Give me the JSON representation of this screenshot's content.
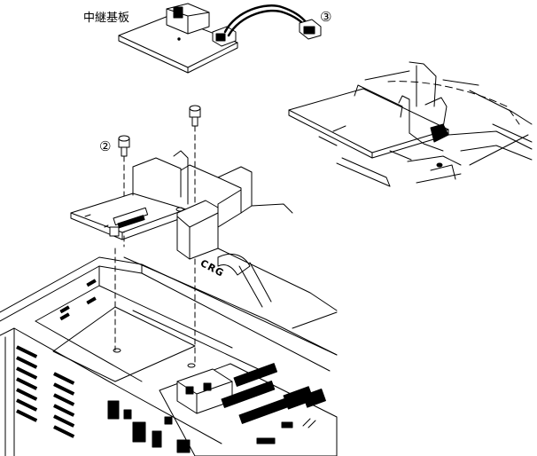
{
  "labels": {
    "relay_board": "中継基板",
    "step_2": "②",
    "step_3": "③",
    "crg": "CRG"
  },
  "colors": {
    "line": "#000000",
    "background": "#ffffff"
  }
}
